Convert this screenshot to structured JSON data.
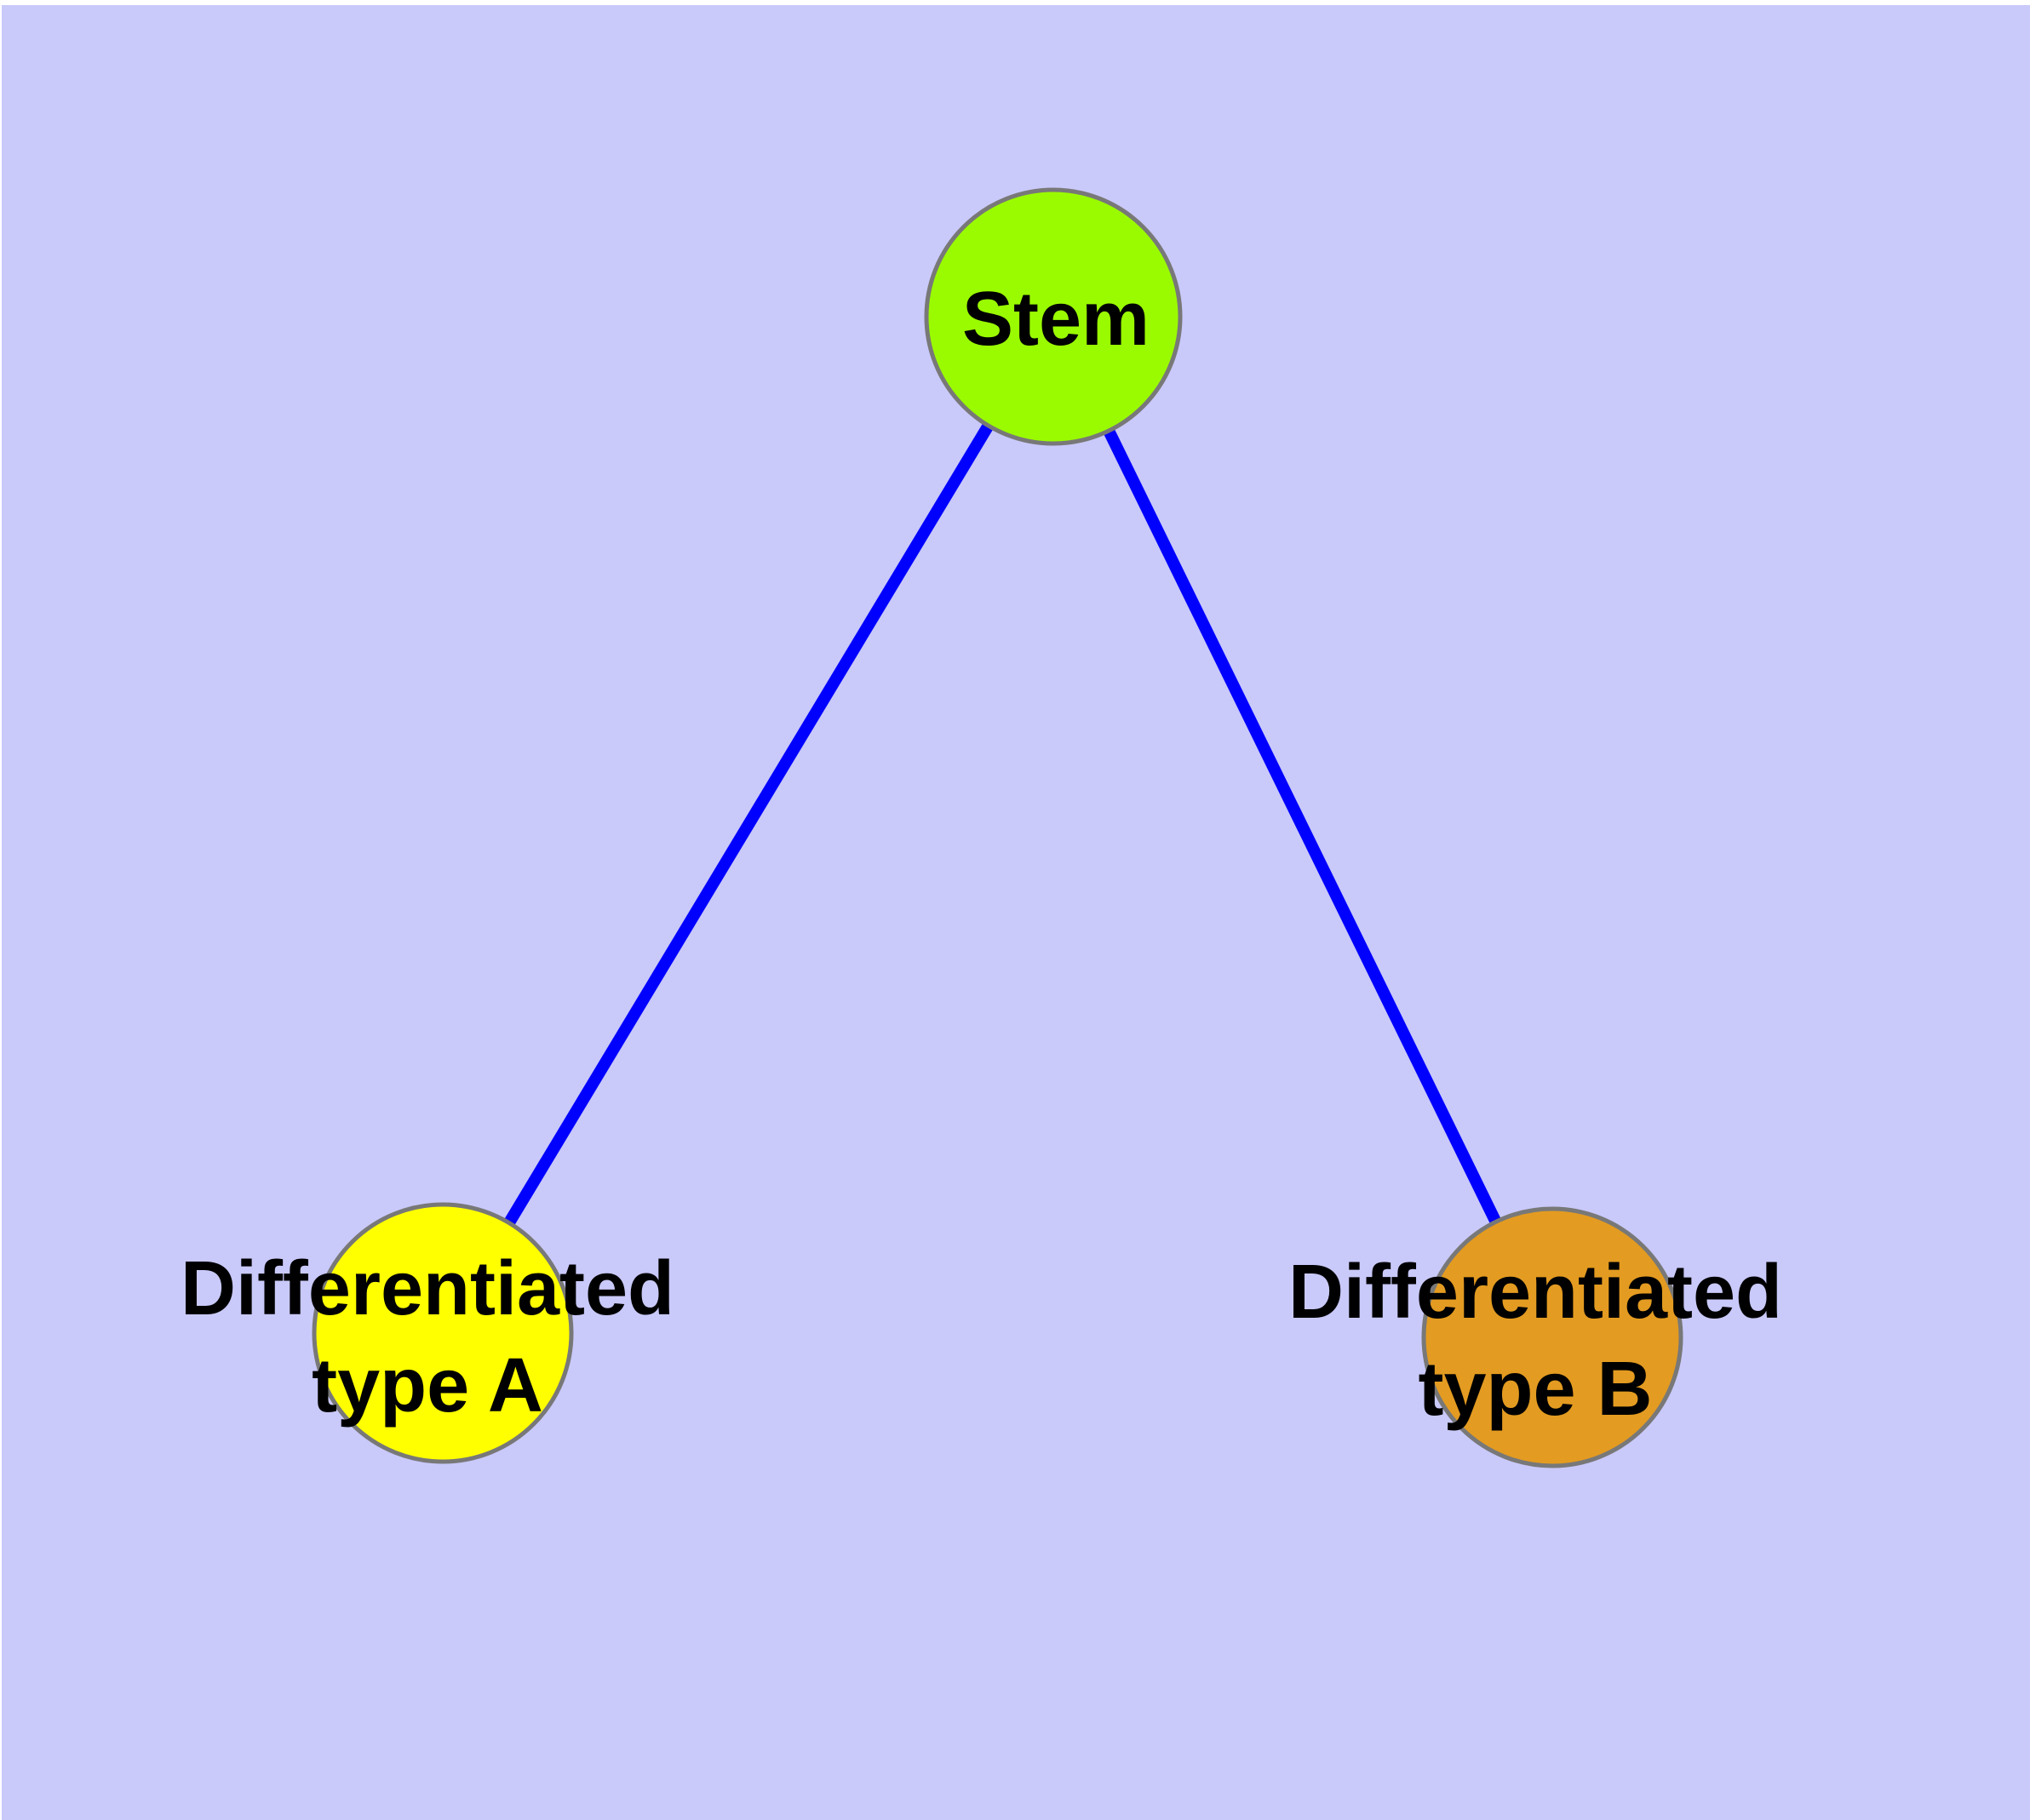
{
  "diagram": {
    "title": "",
    "background_color": "#C9C9FA",
    "top_margin_color": "#FFFFFF",
    "edge_color": "#0000FF",
    "node_border_color": "#787878",
    "nodes": {
      "stem": {
        "id": "stem",
        "label": "Stem",
        "label_lines": [
          "Stem"
        ],
        "fill": "#9AFB00"
      },
      "typeA": {
        "id": "differentiated-type-a",
        "label": "Differentiated type A",
        "label_lines": [
          "Differentiated",
          "type A"
        ],
        "fill": "#FFFF00"
      },
      "typeB": {
        "id": "differentiated-type-b",
        "label": "Differentiated type B",
        "label_lines": [
          "Differentiated",
          "type B"
        ],
        "fill": "#E39B21"
      }
    },
    "edges": [
      {
        "from": "Stem",
        "to": "Differentiated type A"
      },
      {
        "from": "Stem",
        "to": "Differentiated type B"
      }
    ]
  }
}
